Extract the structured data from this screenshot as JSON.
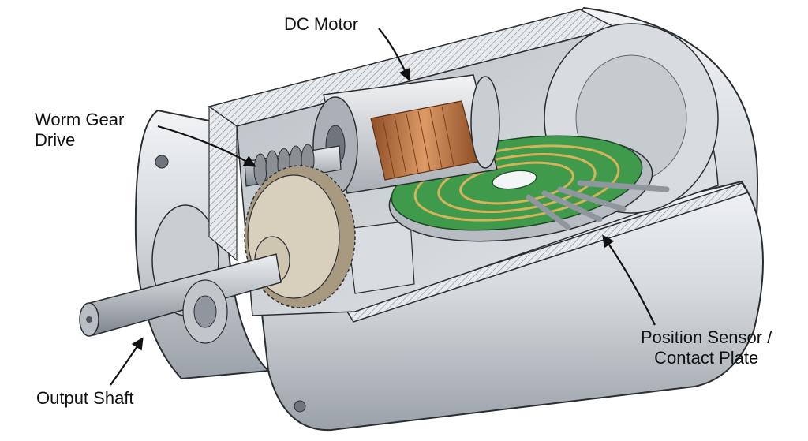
{
  "labels": {
    "dc_motor": "DC Motor",
    "worm_gear": [
      "Worm Gear",
      "Drive"
    ],
    "output_shaft": "Output Shaft",
    "position_sensor": [
      "Position Sensor /",
      "Contact Plate"
    ]
  },
  "icons": {
    "housing": "cutaway-housing-icon",
    "motor": "dc-motor-icon",
    "worm": "worm-gear-icon",
    "gear": "spur-gear-icon",
    "shaft": "output-shaft-icon",
    "plate": "contact-plate-icon"
  },
  "colors": {
    "housing_light": "#e2e5e8",
    "housing_mid": "#bfc4ca",
    "housing_dark": "#8e959c",
    "copper": "#c07a47",
    "pcb_green": "#3f9a4c",
    "trace_gold": "#d4b35a",
    "gear_tan": "#a89a80",
    "outline": "#2b2e31",
    "arrow": "#111111"
  }
}
